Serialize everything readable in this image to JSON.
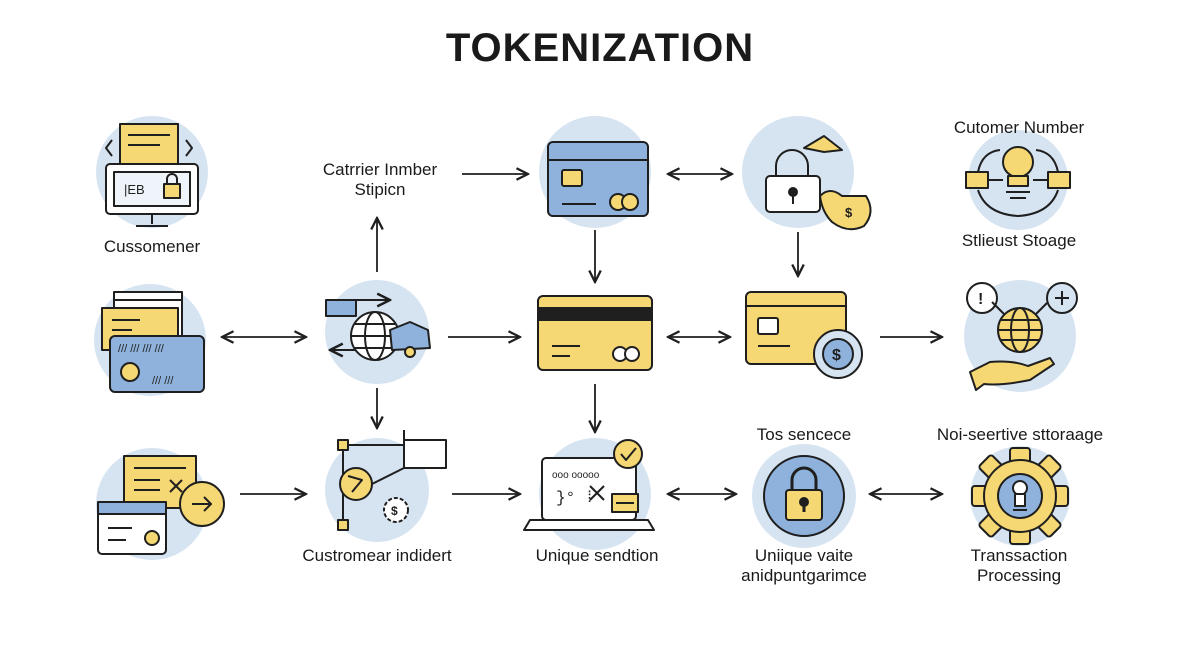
{
  "title": "TOKENIZATION",
  "labels": {
    "customer": "Cussomener",
    "carrier_line1": "Catrrier Inmber",
    "carrier_line2": "Stipicn",
    "customer_number": "Cutomer Number",
    "secure_storage": "Stlieust Stoage",
    "customer_incident": "Custromear indidert",
    "unique_session": "Unique sendtion",
    "tos_sentence": "Tos sencece",
    "unique_value_line1": "Uniique vaite",
    "unique_value_line2": "anidpuntgarimce",
    "non_sensitive_storage": "Noi-seertive sttoraage",
    "transaction_line1": "Transsaction",
    "transaction_line2": "Processing"
  },
  "colors": {
    "circle": "#d6e4f2",
    "yellow": "#f5d774",
    "blue": "#8fb2dc",
    "ink": "#1f1f1f"
  },
  "icons": [
    "monitor-lock-icon",
    "credit-card-stack-icon",
    "invoice-arrow-icon",
    "globe-car-icon",
    "network-gear-icon",
    "blue-credit-card-icon",
    "yellow-credit-card-icon",
    "laptop-check-icon",
    "lock-exchange-icon",
    "card-dollar-icon",
    "padlock-icon",
    "bulb-network-icon",
    "globe-hand-icon",
    "gear-bulb-icon"
  ]
}
